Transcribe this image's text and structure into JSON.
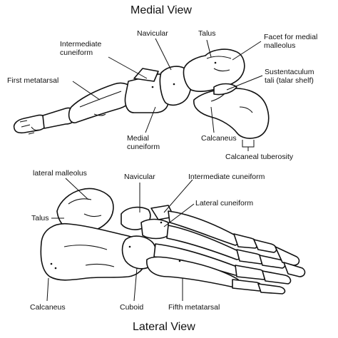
{
  "medial": {
    "title": "Medial View",
    "labels": {
      "intermediate_cuneiform": [
        "Intermediate",
        "cuneiform"
      ],
      "navicular": "Navicular",
      "talus": "Talus",
      "facet_medial_malleolus": [
        "Facet for medial",
        "malleolus"
      ],
      "first_metatarsal": "First metatarsal",
      "sustentaculum_tali": [
        "Sustentaculum",
        "tali (talar shelf)"
      ],
      "medial_cuneiform": [
        "Medial",
        "cuneiform"
      ],
      "calcaneus": "Calcaneus",
      "calcaneal_tuberosity": "Calcaneal tuberosity"
    }
  },
  "lateral": {
    "title": "Lateral View",
    "labels": {
      "lateral_malleolus": "lateral malleolus",
      "navicular": "Navicular",
      "intermediate_cuneiform": "Intermediate cuneiform",
      "lateral_cuneiform": "Lateral cuneiform",
      "talus": "Talus",
      "calcaneus": "Calcaneus",
      "cuboid": "Cuboid",
      "fifth_metatarsal": "Fifth metatarsal"
    }
  }
}
